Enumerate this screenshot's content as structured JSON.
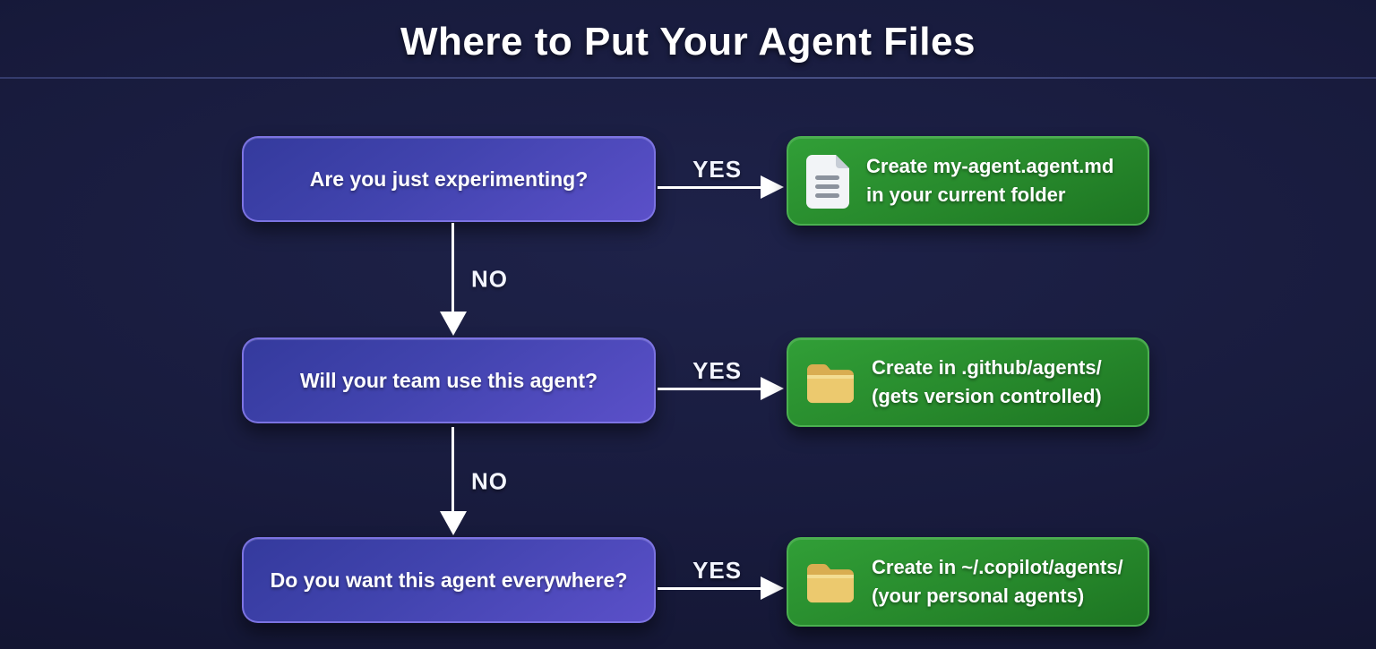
{
  "title": "Where to Put Your Agent Files",
  "colors": {
    "background": "#171a3c",
    "question_box_top": "#343a9d",
    "question_box_bottom": "#5b50c9",
    "question_box_border": "#7f76e5",
    "result_box_top": "#319f37",
    "result_box_bottom": "#1d7522",
    "result_box_border": "#4bb050",
    "text": "#ffffff",
    "arrow": "#ffffff",
    "folder_icon": "#e9c36a",
    "document_icon": "#f2f4f7"
  },
  "flow": {
    "no_label": "NO",
    "rows": [
      {
        "question": "Are you just experimenting?",
        "answer_label": "YES",
        "icon": "document-icon",
        "result_line1": "Create my-agent.agent.md",
        "result_line2": "in your current folder"
      },
      {
        "question": "Will your team use this agent?",
        "answer_label": "YES",
        "icon": "folder-icon",
        "result_line1": "Create in .github/agents/",
        "result_line2": "(gets version controlled)"
      },
      {
        "question": "Do you want this agent everywhere?",
        "answer_label": "YES",
        "icon": "folder-icon",
        "result_line1": "Create in ~/.copilot/agents/",
        "result_line2": "(your personal agents)"
      }
    ]
  }
}
